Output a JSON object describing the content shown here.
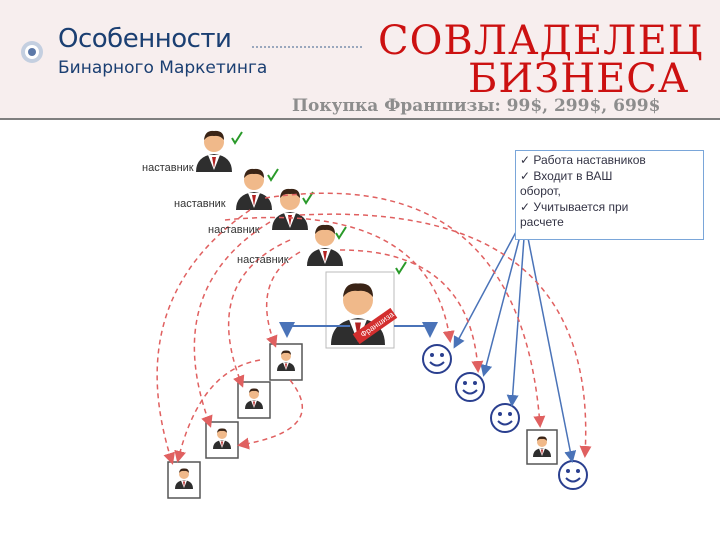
{
  "header": {
    "title_line1": "Особенности",
    "title_line2": "Бинарного Маркетинга",
    "headline_line1": "СОВЛАДЕЛЕЦ",
    "headline_line2": "БИЗНЕСА",
    "price_label": "Покупка Франшизы:",
    "price_values": "99$, 299$, 699$"
  },
  "mentor_label": "наставник",
  "franchise_label": "Франшиза",
  "benefits": [
    "✓ Работа наставников",
    "✓ Входит в ВАШ",
    "оборот,",
    "✓ Учитывается при",
    "расчете"
  ],
  "colors": {
    "accent_red": "#cc1111",
    "title_blue": "#1b3f72",
    "arrow_blue": "#4a73b8",
    "dashed_red": "#e06060",
    "check_green": "#2a9a2a"
  }
}
